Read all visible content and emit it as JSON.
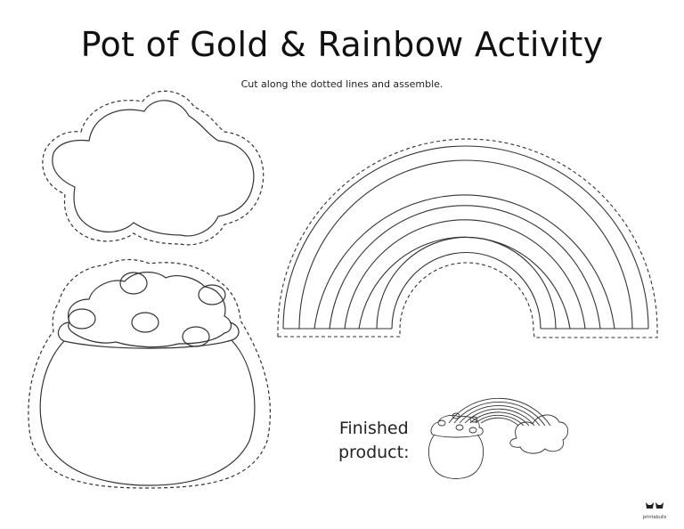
{
  "page": {
    "title": "Pot of Gold & Rainbow Activity",
    "subtitle": "Cut along the dotted lines and assemble."
  },
  "cutouts": [
    {
      "name": "cloud",
      "label": "Cloud cutout"
    },
    {
      "name": "rainbow",
      "label": "Rainbow cutout",
      "arc_count": 8
    },
    {
      "name": "pot-of-gold",
      "label": "Pot of gold cutout",
      "coin_count": 5
    }
  ],
  "finished": {
    "line1": "Finished",
    "line2": "product:"
  },
  "logo": {
    "icon": "bulls-logo-icon",
    "text": "printabulls"
  },
  "colors": {
    "line": "#333333",
    "background": "#ffffff"
  }
}
